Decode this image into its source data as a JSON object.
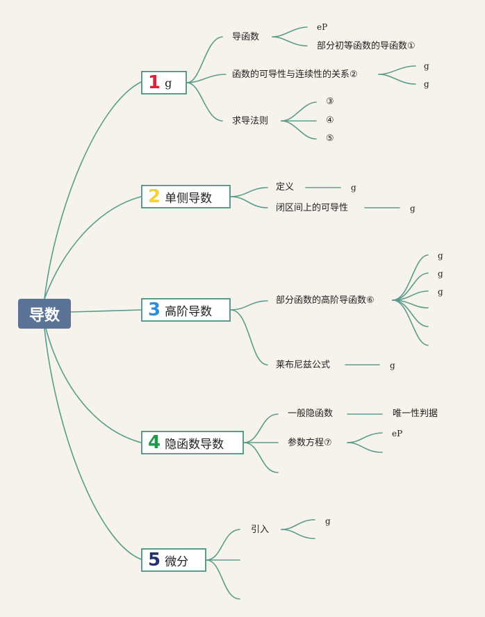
{
  "root": {
    "label": "导数"
  },
  "colors": {
    "line": "#5a9c8b",
    "root_bg": "#5b7397",
    "n1": "#d9233a",
    "n2": "#f2d13a",
    "n3": "#2c8fd6",
    "n4": "#1f9a4b",
    "n5": "#23326f"
  },
  "branches": [
    {
      "number": "1",
      "label": "g",
      "children": [
        {
          "label": "导函数",
          "children": [
            "eP",
            "部分初等函数的导函数①"
          ]
        },
        {
          "label": "函数的可导性与连续性的关系②",
          "children": [
            "g",
            "g"
          ]
        },
        {
          "label": "求导法则",
          "children": [
            "③",
            "④",
            "⑤"
          ]
        }
      ]
    },
    {
      "number": "2",
      "label": "单侧导数",
      "children": [
        {
          "label": "定义",
          "children": [
            "g"
          ]
        },
        {
          "label": "闭区间上的可导性",
          "children": [
            "g"
          ]
        }
      ]
    },
    {
      "number": "3",
      "label": "高阶导数",
      "children": [
        {
          "label": "部分函数的高阶导函数⑥",
          "children": [
            "g",
            "g",
            "g",
            "",
            "",
            ""
          ]
        },
        {
          "label": "莱布尼兹公式",
          "children": [
            "g"
          ]
        }
      ]
    },
    {
      "number": "4",
      "label": "隐函数导数",
      "children": [
        {
          "label": "一般隐函数",
          "children": [
            "唯一性判据"
          ]
        },
        {
          "label": "参数方程⑦",
          "children": [
            "eP",
            ""
          ]
        },
        {
          "label": "",
          "children": []
        }
      ]
    },
    {
      "number": "5",
      "label": "微分",
      "children": [
        {
          "label": "引入",
          "children": [
            "g",
            ""
          ]
        },
        {
          "label": "",
          "children": []
        },
        {
          "label": "",
          "children": []
        }
      ]
    }
  ]
}
